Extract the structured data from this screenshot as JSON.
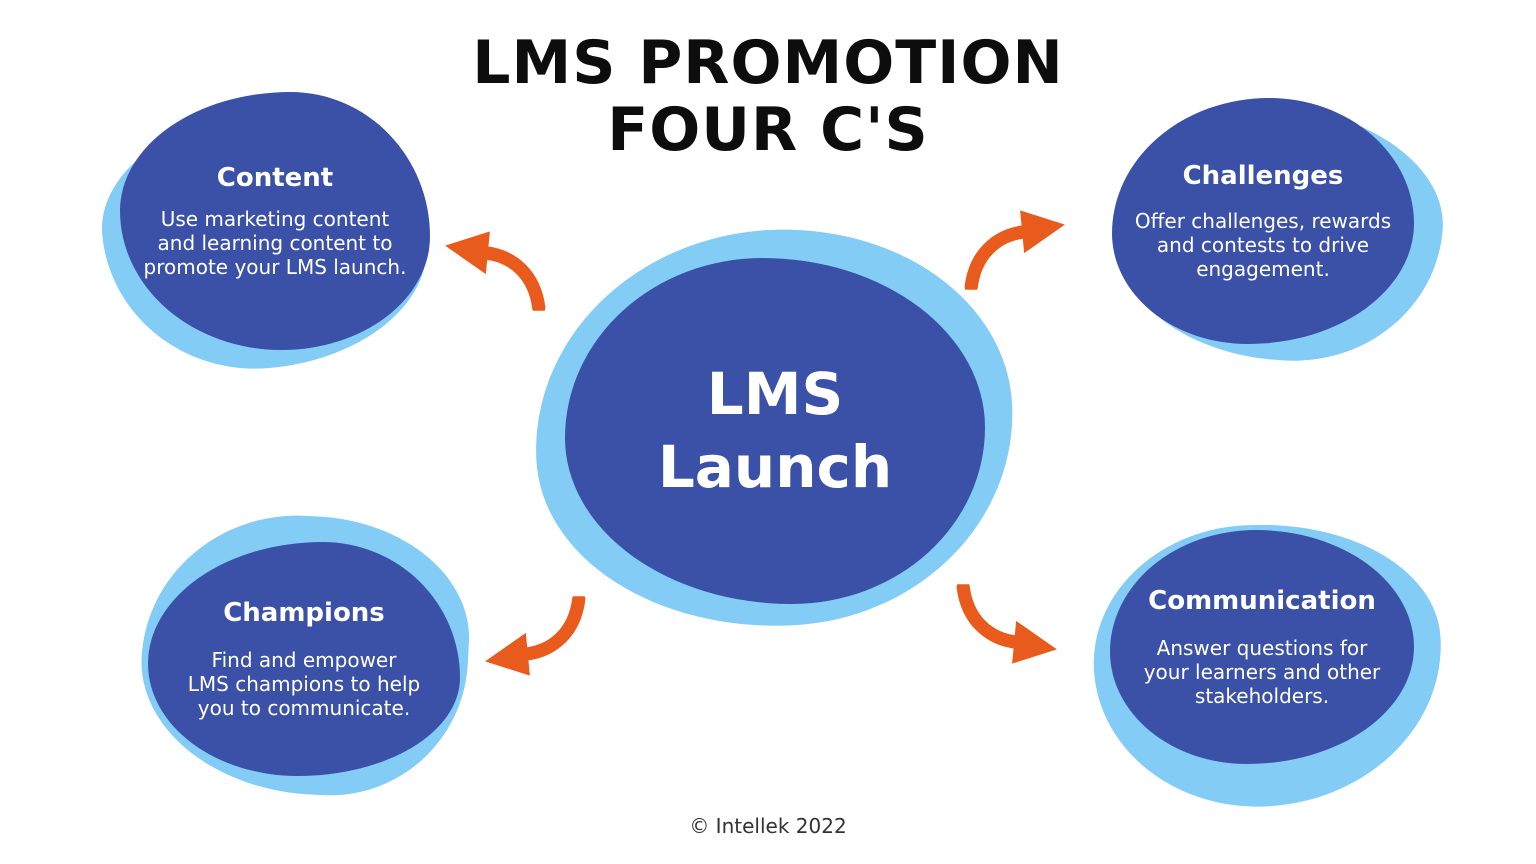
{
  "title": {
    "line1": "LMS PROMOTION",
    "line2": "FOUR C'S"
  },
  "center_node": {
    "line1": "LMS",
    "line2": "Launch"
  },
  "nodes": {
    "content": {
      "heading": "Content",
      "lines": [
        "Use marketing content",
        "and learning content to",
        "promote your LMS launch."
      ]
    },
    "challenges": {
      "heading": "Challenges",
      "lines": [
        "Offer challenges, rewards",
        "and contests to drive",
        "engagement."
      ]
    },
    "champions": {
      "heading": "Champions",
      "lines": [
        "Find and empower",
        "LMS champions to help",
        "you to communicate."
      ]
    },
    "communication": {
      "heading": "Communication",
      "lines": [
        "Answer questions for",
        "your learners and other",
        "stakeholders."
      ]
    }
  },
  "footer": {
    "copyright": "© Intellek 2022"
  },
  "icons": {
    "arrow_top_left": "curved-arrow-pointing-upper-left",
    "arrow_top_right": "curved-arrow-pointing-upper-right",
    "arrow_bottom_left": "curved-arrow-pointing-lower-left",
    "arrow_bottom_right": "curved-arrow-pointing-lower-right"
  },
  "colors": {
    "dark_blue": "#3B51A7",
    "light_blue": "#82CCF5",
    "arrow_orange": "#E95A1D",
    "title_text": "#0D0D0D",
    "node_text": "#FFFFFF",
    "footer_text": "#333333",
    "background": "#FFFFFF"
  }
}
